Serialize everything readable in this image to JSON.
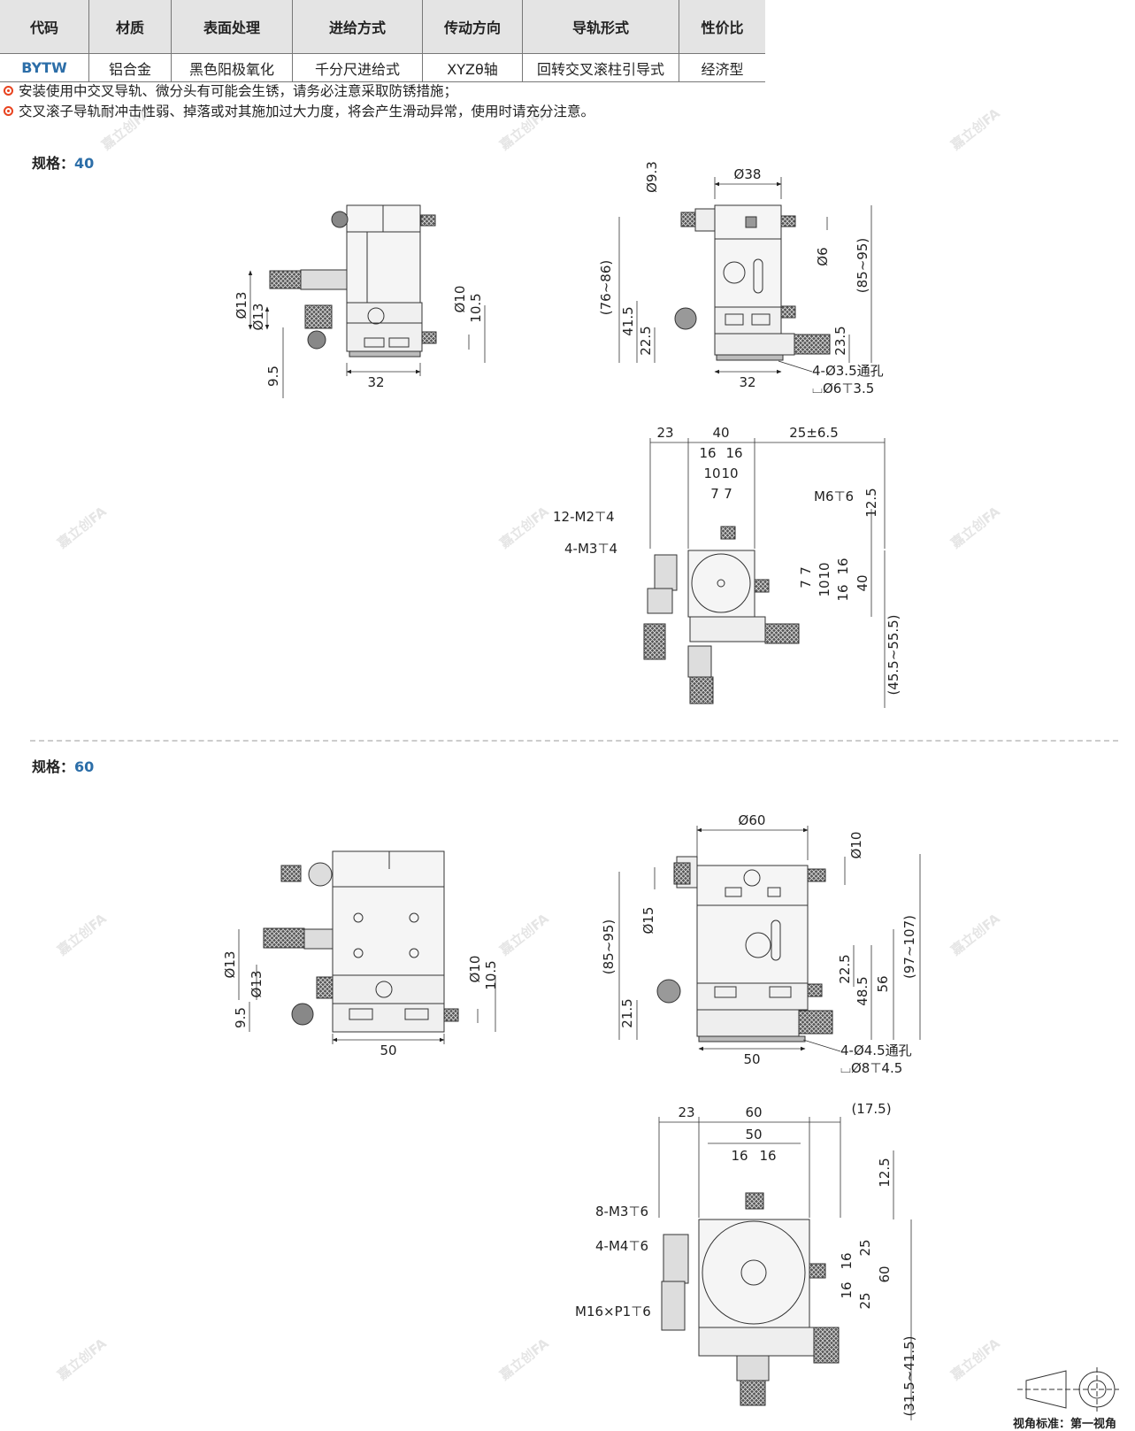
{
  "table": {
    "headers": [
      "代码",
      "材质",
      "表面处理",
      "进给方式",
      "传动方向",
      "导轨形式",
      "性价比"
    ],
    "row": [
      "BYTW",
      "铝合金",
      "黑色阳极氧化",
      "千分尺进给式",
      "XYZθ轴",
      "回转交叉滚柱引导式",
      "经济型"
    ]
  },
  "notes": [
    "安装使用中交叉导轨、微分头有可能会生锈，请务必注意采取防锈措施；",
    "交叉滚子导轨耐冲击性弱、掉落或对其施加过大力度，将会产生滑动异常，使用时请充分注意。"
  ],
  "spec40": {
    "label": "规格：",
    "value": "40",
    "side": {
      "d13a": "Ø13",
      "d13b": "Ø13",
      "h95": "9.5",
      "d10": "Ø10",
      "h105": "10.5",
      "w32": "32"
    },
    "front": {
      "d93": "Ø9.3",
      "d38": "Ø38",
      "d6": "Ø6",
      "r7686": "(76~86)",
      "h415": "41.5",
      "h225": "22.5",
      "r8595": "(85~95)",
      "h235": "23.5",
      "w32": "32",
      "hole1": "4-Ø3.5通孔",
      "hole2": "⌴Ø6⊤3.5"
    },
    "top": {
      "w23": "23",
      "w40": "40",
      "w25": "25±6.5",
      "w16a": "16",
      "w16b": "16",
      "w10a": "10",
      "w10b": "10",
      "w7a": "7",
      "w7b": "7",
      "m6": "M6⊤6",
      "m2": "12-M2⊤4",
      "m3": "4-M3⊤4",
      "h125": "12.5",
      "v7": "7",
      "v7b": "7",
      "v10": "10",
      "v10b": "10",
      "v16": "16",
      "v16b": "16",
      "v40": "40",
      "r455": "(45.5~55.5)"
    }
  },
  "spec60": {
    "label": "规格：",
    "value": "60",
    "side": {
      "d13a": "Ø13",
      "d13b": "Ø13",
      "h95": "9.5",
      "d10": "Ø10",
      "h105": "10.5",
      "w50": "50"
    },
    "front": {
      "d60": "Ø60",
      "d10": "Ø10",
      "d15": "Ø15",
      "r8595": "(85~95)",
      "h215": "21.5",
      "h225": "22.5",
      "h485": "48.5",
      "h56": "56",
      "r97107": "(97~107)",
      "w50": "50",
      "hole1": "4-Ø4.5通孔",
      "hole2": "⌴Ø8⊤4.5"
    },
    "top": {
      "w23": "23",
      "w60": "60",
      "w175": "(17.5)",
      "w50": "50",
      "w16a": "16",
      "w16b": "16",
      "h125": "12.5",
      "m3": "8-M3⊤6",
      "m4": "4-M4⊤6",
      "m16": "M16×P1⊤6",
      "v25": "25",
      "v16": "16",
      "v16b": "16",
      "v25b": "25",
      "v60": "60",
      "r315": "(31.5~41.5)"
    }
  },
  "view_standard": "视角标准：第一视角",
  "watermark": "嘉立创FA"
}
